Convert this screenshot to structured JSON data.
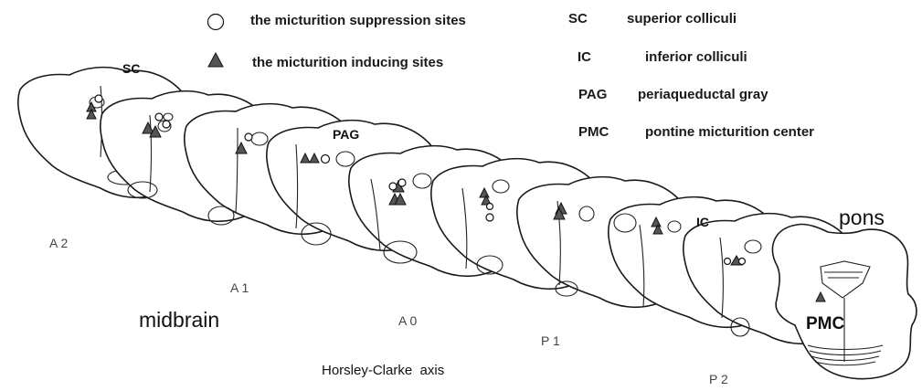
{
  "legend": {
    "suppression_label": "the micturition suppression sites",
    "inducing_label": "the micturition inducing sites",
    "abbreviations": [
      {
        "abbr": "SC",
        "full": "superior colliculi"
      },
      {
        "abbr": "IC",
        "full": "inferior colliculi"
      },
      {
        "abbr": "PAG",
        "full": "periaqueductal gray"
      },
      {
        "abbr": "PMC",
        "full": "pontine micturition center"
      }
    ]
  },
  "labels": {
    "midbrain": "midbrain",
    "pons": "pons",
    "axis": "Horsley-Clarke  axis",
    "sc": "SC",
    "pag": "PAG",
    "ic": "IC",
    "pmc": "PMC"
  },
  "sections": [
    {
      "label": "A 2"
    },
    {
      "label": "A 1"
    },
    {
      "label": "A 0"
    },
    {
      "label": "P 1"
    },
    {
      "label": "P 2"
    }
  ]
}
